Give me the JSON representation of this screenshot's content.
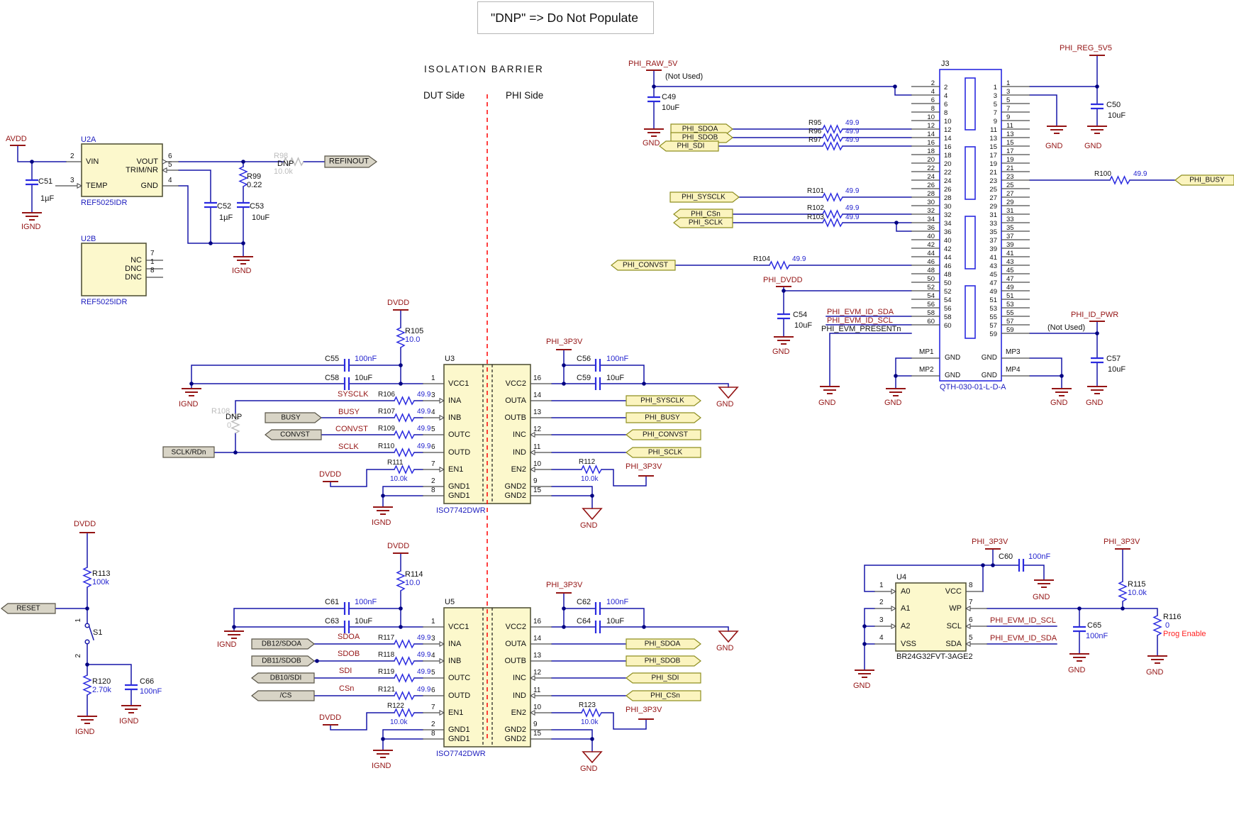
{
  "colors": {
    "wire": "#1616a8",
    "comp": "#2a2ae0",
    "chipFill": "#fcf8cc",
    "chipEdge": "#55553a",
    "tagYFill": "#fbf4bf",
    "tagYEdge": "#8f8f22",
    "tagGFill": "#d8d4c6",
    "tagGEdge": "#595548",
    "maroon": "#941414",
    "value": "#2525cf",
    "part": "#1c1cbe",
    "dnpGrey": "#bdbdbd",
    "barrier": "#ff1111",
    "progRed": "#ff2222",
    "stub": "#4c4c4c",
    "dot": "#000082",
    "ink": "#111111",
    "boxEdge": "#b5b5b5"
  },
  "note": "\"DNP\" => Do Not Populate",
  "barrier": {
    "title": "ISOLATION  BARRIER",
    "dut": "DUT Side",
    "phi": "PHI Side"
  },
  "nets": {
    "avdd": "AVDD",
    "ignd": "IGND",
    "gnd": "GND",
    "dvdd": "DVDD",
    "phi_raw_5v": "PHI_RAW_5V",
    "phi_reg_5v5": "PHI_REG_5V5",
    "phi_dvdd": "PHI_DVDD",
    "phi_3p3v": "PHI_3P3V",
    "phi_id_pwr": "PHI_ID_PWR",
    "phi_busy": "PHI_BUSY",
    "phi_sysclk": "PHI_SYSCLK",
    "phi_csn": "PHI_CSn",
    "phi_sclk": "PHI_SCLK",
    "phi_convst": "PHI_CONVST",
    "phi_sdoa": "PHI_SDOA",
    "phi_sdob": "PHI_SDOB",
    "phi_sdi": "PHI_SDI",
    "phi_evm_id_sda": "PHI_EVM_ID_SDA",
    "phi_evm_id_scl": "PHI_EVM_ID_SCL",
    "phi_evm_presentn": "PHI_EVM_PRESENTn",
    "refinout": "REFINOUT",
    "reset": "RESET",
    "busy": "BUSY",
    "convst": "CONVST",
    "sclk_rdn": "SCLK/RDn",
    "sysclk": "SYSCLK",
    "sclk": "SCLK",
    "db12_sdoa": "DB12/SDOA",
    "db11_sdob": "DB11/SDOB",
    "db10_sdi": "DB10/SDI",
    "cs": "/CS",
    "sdoa": "SDOA",
    "sdob": "SDOB",
    "sdi": "SDI",
    "csn": "CSn",
    "not_used": "(Not Used)",
    "prog_enable": "Prog Enable",
    "dnp": "DNP"
  },
  "values": {
    "r49": "49.9",
    "r10": "10.0",
    "r10k": "10.0k",
    "r100k": "100k",
    "r2_70k": "2.70k",
    "r0_22": "0.22",
    "r0": "0",
    "c100n": "100nF",
    "c10u": "10uF",
    "c1u": "1µF"
  },
  "refs": {
    "r95": "R95",
    "r96": "R96",
    "r97": "R97",
    "r98": "R98",
    "r99": "R99",
    "r100": "R100",
    "r101": "R101",
    "r102": "R102",
    "r103": "R103",
    "r104": "R104",
    "r105": "R105",
    "r106": "R106",
    "r107": "R107",
    "r108": "R108",
    "r109": "R109",
    "r110": "R110",
    "r111": "R111",
    "r112": "R112",
    "r113": "R113",
    "r114": "R114",
    "r115": "R115",
    "r116": "R116",
    "r117": "R117",
    "r118": "R118",
    "r119": "R119",
    "r120": "R120",
    "r121": "R121",
    "r122": "R122",
    "r123": "R123",
    "c49": "C49",
    "c50": "C50",
    "c51": "C51",
    "c52": "C52",
    "c53": "C53",
    "c54": "C54",
    "c55": "C55",
    "c56": "C56",
    "c57": "C57",
    "c58": "C58",
    "c59": "C59",
    "c60": "C60",
    "c61": "C61",
    "c62": "C62",
    "c63": "C63",
    "c64": "C64",
    "c65": "C65",
    "c66": "C66",
    "u2a": "U2A",
    "u2b": "U2B",
    "u3": "U3",
    "u4": "U4",
    "u5": "U5",
    "j3": "J3",
    "s1": "S1"
  },
  "parts": {
    "ref50": "REF5025IDR",
    "iso": "ISO7742DWR",
    "qth": "QTH-030-01-L-D-A",
    "br24": "BR24G32FVT-3AGE2"
  },
  "u2a_pins": {
    "vin": "VIN",
    "temp": "TEMP",
    "vout": "VOUT",
    "trim": "TRIM/NR",
    "gnd": "GND",
    "n_vin": "2",
    "n_temp": "3",
    "n_vout": "6",
    "n_trim": "5",
    "n_gnd": "4"
  },
  "u2b_pins": {
    "nc": "NC",
    "dnc": "DNC",
    "n_nc": "7",
    "n_dnc1": "1",
    "n_dnc2": "8"
  },
  "iso_pins": {
    "vcc1": "VCC1",
    "ina": "INA",
    "inb": "INB",
    "outc": "OUTC",
    "outd": "OUTD",
    "en1": "EN1",
    "gnd1": "GND1",
    "vcc2": "VCC2",
    "outa": "OUTA",
    "outb": "OUTB",
    "inc": "INC",
    "ind": "IND",
    "en2": "EN2",
    "gnd2": "GND2",
    "n1": "1",
    "n3": "3",
    "n4": "4",
    "n5": "5",
    "n6": "6",
    "n7": "7",
    "n2": "2",
    "n8": "8",
    "n16": "16",
    "n14": "14",
    "n13": "13",
    "n12": "12",
    "n11": "11",
    "n10": "10",
    "n9": "9",
    "n15": "15"
  },
  "u4_pins": {
    "a0": "A0",
    "a1": "A1",
    "a2": "A2",
    "vss": "VSS",
    "vcc": "VCC",
    "wp": "WP",
    "scl": "SCL",
    "sda": "SDA",
    "n1": "1",
    "n2": "2",
    "n3": "3",
    "n4": "4",
    "n5": "5",
    "n6": "6",
    "n7": "7",
    "n8": "8"
  },
  "s1_pins": {
    "p1": "1",
    "p2": "2"
  },
  "j3": {
    "gnd": "GND",
    "mp1": "MP1",
    "mp2": "MP2",
    "mp3": "MP3",
    "mp4": "MP4",
    "left_pins": [
      "2",
      "4",
      "6",
      "8",
      "10",
      "12",
      "14",
      "16",
      "18",
      "20",
      "22",
      "24",
      "26",
      "28",
      "30",
      "32",
      "34",
      "36",
      "40",
      "42",
      "44",
      "46",
      "48",
      "50",
      "52",
      "54",
      "56",
      "58",
      "60"
    ],
    "right_pins": [
      "1",
      "3",
      "5",
      "7",
      "9",
      "11",
      "13",
      "15",
      "17",
      "19",
      "21",
      "23",
      "25",
      "27",
      "29",
      "31",
      "33",
      "35",
      "37",
      "39",
      "41",
      "43",
      "45",
      "47",
      "49",
      "51",
      "53",
      "55",
      "57",
      "59"
    ]
  }
}
